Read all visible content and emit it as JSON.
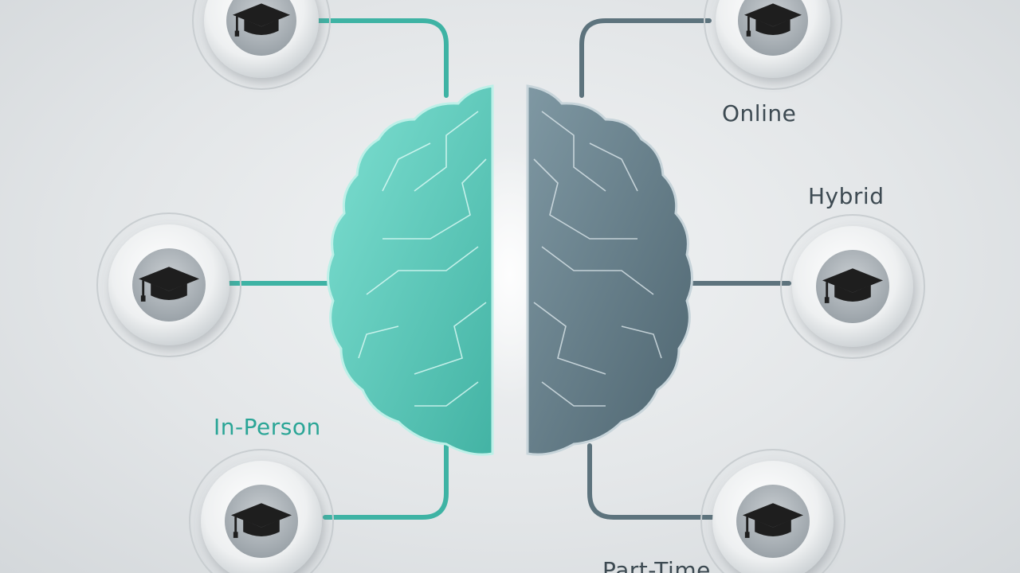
{
  "colors": {
    "teal": "#2aa596",
    "teal_light": "#6fd3c4",
    "slate": "#4f6670",
    "slate_light": "#8fa6b0",
    "text_dark": "#3d4a52",
    "background": "#e6e9eb"
  },
  "nodes": {
    "top_left": {
      "icon": "graduation-cap-icon"
    },
    "mid_left": {
      "icon": "graduation-cap-icon"
    },
    "bottom_left": {
      "icon": "graduation-cap-icon"
    },
    "top_right": {
      "icon": "graduation-cap-icon"
    },
    "mid_right": {
      "icon": "graduation-cap-icon"
    },
    "bottom_right": {
      "icon": "graduation-cap-icon"
    }
  },
  "labels": {
    "top_left": "",
    "in_person": "In-Person",
    "online": "Online",
    "hybrid": "Hybrid",
    "part_time": "Part-Time"
  },
  "brain": {
    "left_icon": "circuit-brain-left-icon",
    "right_icon": "circuit-brain-right-icon"
  }
}
